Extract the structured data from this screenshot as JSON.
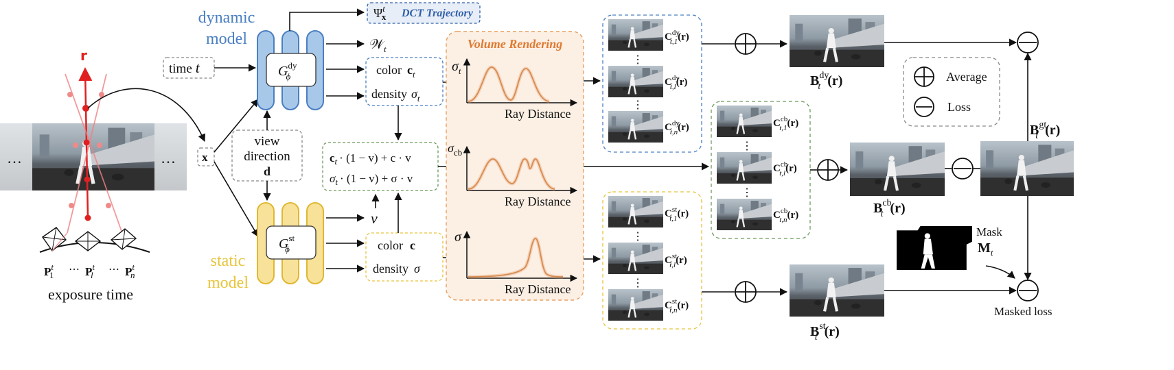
{
  "left": {
    "ray_label": "r",
    "ellipsis_left": "…",
    "ellipsis_right": "…",
    "cam1_P": "P",
    "cam1_sup": "t",
    "cam1_sub": "1",
    "cam_mid_dots1": "⋯",
    "cam2_P": "P",
    "cam2_sup": "t",
    "cam2_sub": "l",
    "cam_mid_dots2": "⋯",
    "cam3_P": "P",
    "cam3_sup": "t",
    "cam3_sub": "n",
    "exposure_label": "exposure time"
  },
  "inputs": {
    "time_text": "time",
    "time_var": "t",
    "x_label": "x",
    "view_line1": "view",
    "view_line2": "direction",
    "view_var": "d"
  },
  "dynamic": {
    "title_line1": "dynamic",
    "title_line2": "model",
    "net_G": "G",
    "net_sup": "dy",
    "net_sub": "ϕ",
    "out_W": "𝒲",
    "out_W_sub": "t",
    "color_text": "color",
    "color_var": "c",
    "color_sub": "t",
    "density_text": "density",
    "density_var": "σ",
    "density_sub": "t",
    "dct_psi": "Ψ",
    "dct_sup": "t",
    "dct_sub": "x",
    "dct_text": "DCT Trajectory"
  },
  "static": {
    "title_line1": "static",
    "title_line2": "model",
    "net_G": "G",
    "net_sup": "st",
    "net_sub": "ϕ",
    "out_v": "v",
    "color_text": "color",
    "color_var": "c",
    "density_text": "density",
    "density_var": "σ"
  },
  "blend": {
    "line1": "c",
    "line1_rest": "· (1 − v) + c · v",
    "line1_sub": "t",
    "line2": "σ",
    "line2_sub": "t",
    "line2_rest": "· (1 − v) + σ · v"
  },
  "rendering": {
    "title": "Volume Rendering",
    "plot1_ylabel": "σ",
    "plot1_ysub": "t",
    "plot2_ylabel": "σ",
    "plot2_ysub": "cb",
    "plot3_ylabel": "σ",
    "xlabel": "Ray Distance"
  },
  "outputs": {
    "dy_C": "C",
    "dy_sup": "dy",
    "dy_subs": [
      "t,1",
      "t,l",
      "t,n"
    ],
    "cb_C": "C",
    "cb_sup": "cb",
    "cb_subs": [
      "t,1",
      "t,l",
      "t,n"
    ],
    "st_C": "C",
    "st_sup": "st",
    "st_subs": [
      "t,1",
      "t,l",
      "t,n"
    ],
    "r_arg": "(r)",
    "vdots": "⋮"
  },
  "blurred": {
    "B": "B",
    "dy_sup": "dy",
    "dy_sub": "t",
    "cb_sup": "cb",
    "cb_sub": "t",
    "st_sup": "st",
    "st_sub": "t",
    "gt_sup": "gt",
    "gt_sub": "t",
    "arg": "(r)"
  },
  "mask": {
    "label": "Mask",
    "var": "M",
    "var_sub": "t",
    "masked_loss": "Masked loss"
  },
  "legend": {
    "average": "Average",
    "loss": "Loss"
  },
  "colors": {
    "dynamic_blue": "#4a7fc1",
    "dynamic_fill": "#a8c8ea",
    "static_yellow": "#e8c43a",
    "static_fill": "#f8e29a",
    "ray_red": "#e02020",
    "render_orange": "#e8a060",
    "render_fill": "#fcefe4",
    "curve_orange": "#d98b4e",
    "blend_green": "#6a9a5a",
    "dct_blue": "#2f5fa8"
  }
}
